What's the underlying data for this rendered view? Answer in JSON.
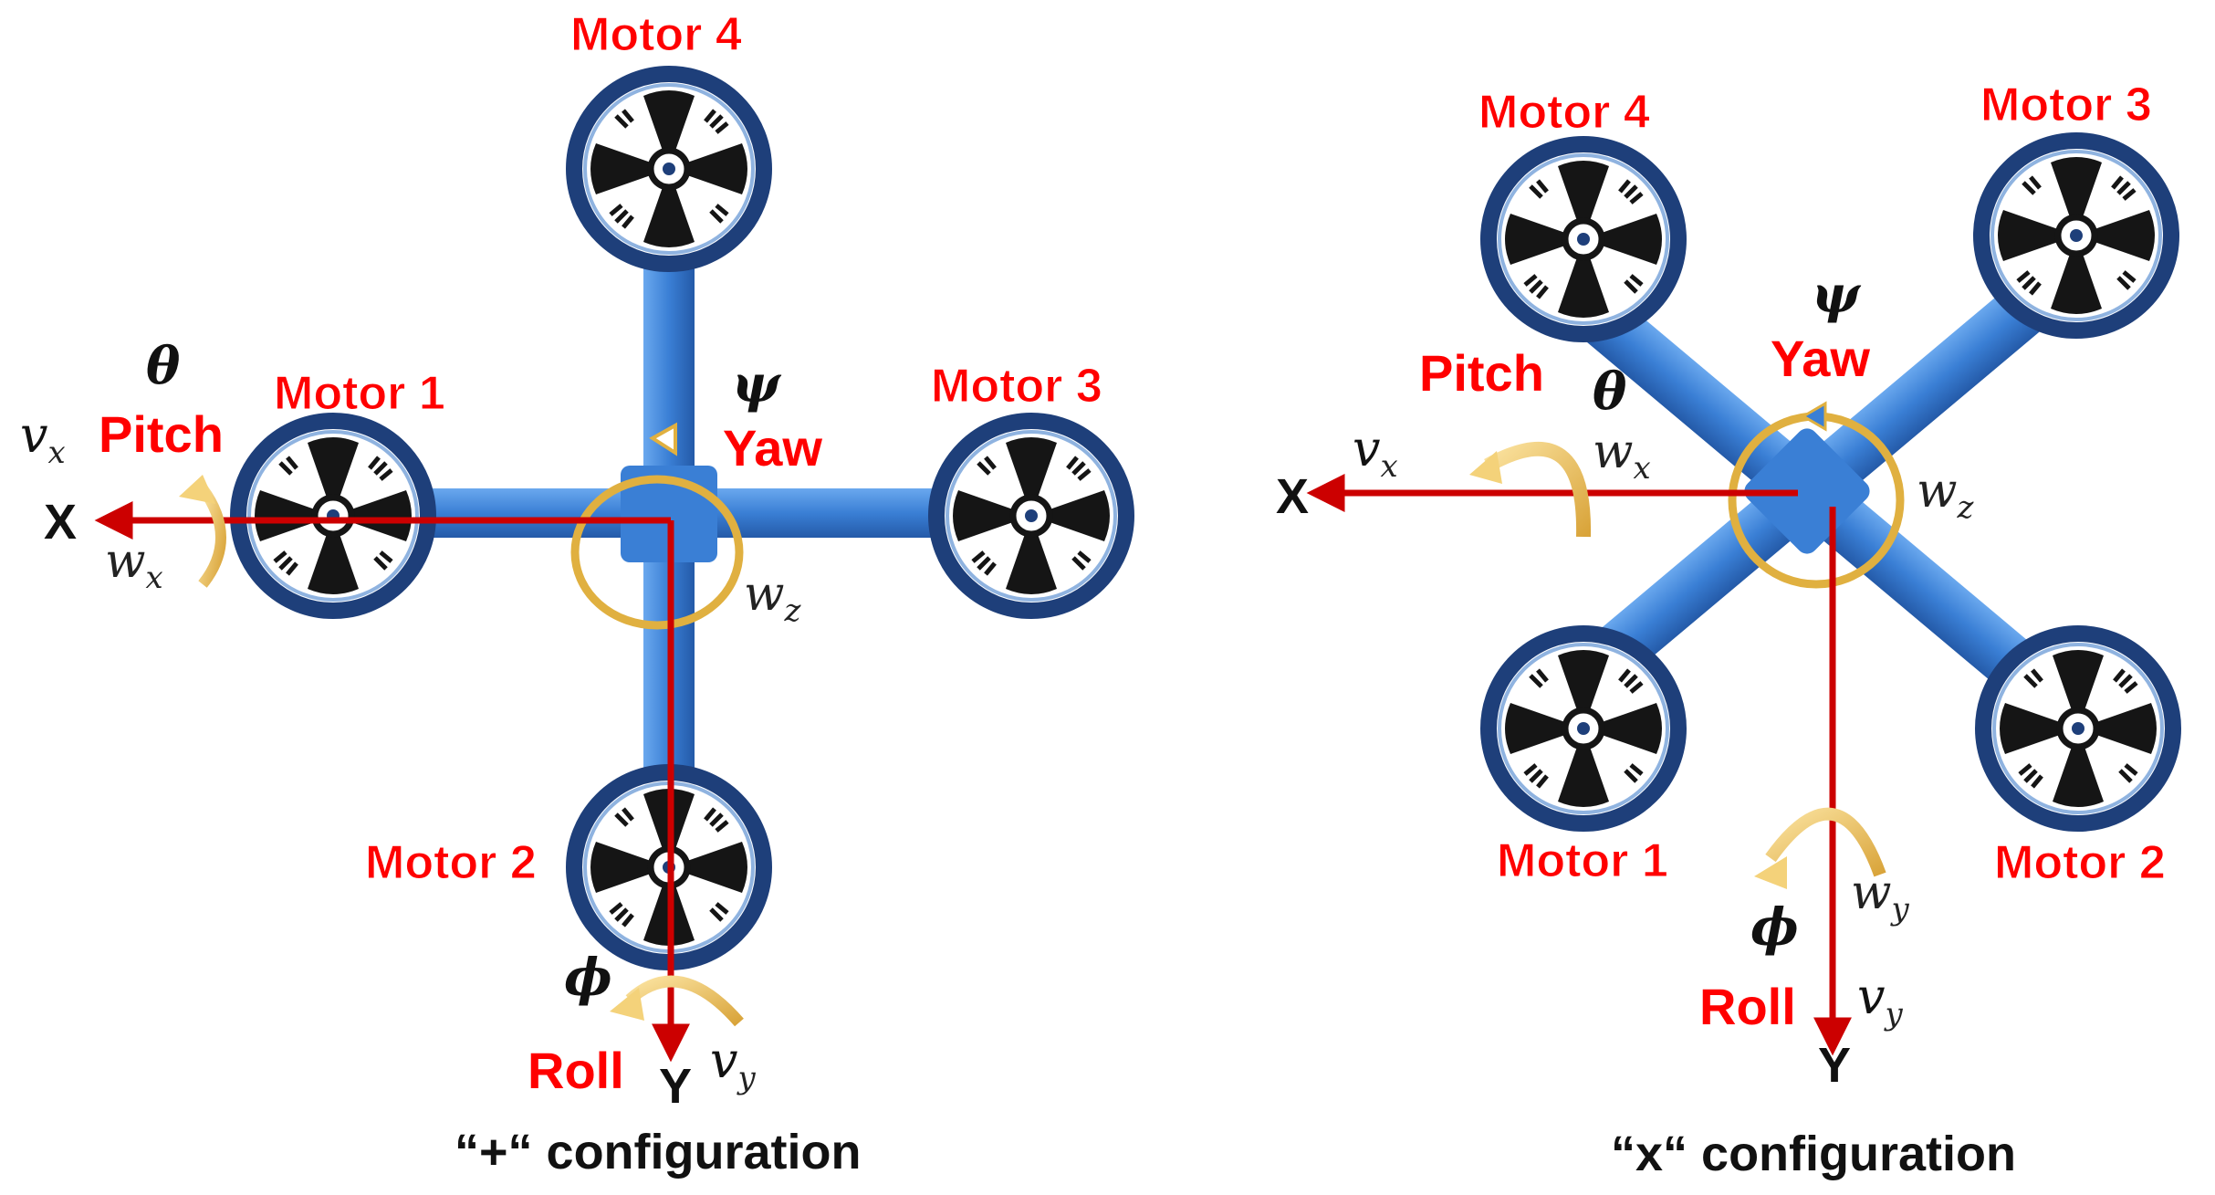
{
  "plus_config": {
    "caption": "“+“ configuration",
    "motors": {
      "m1": "Motor 1",
      "m2": "Motor 2",
      "m3": "Motor 3",
      "m4": "Motor 4"
    },
    "pitch": {
      "symbol": "θ",
      "label": "Pitch",
      "velocity": "v",
      "velocity_sub": "x",
      "rate": "w",
      "rate_sub": "x"
    },
    "yaw": {
      "symbol": "ψ",
      "label": "Yaw",
      "rate": "w",
      "rate_sub": "z"
    },
    "roll": {
      "symbol": "ϕ",
      "label": "Roll",
      "velocity": "v",
      "velocity_sub": "y"
    },
    "axis_x": "X",
    "axis_y": "Y"
  },
  "x_config": {
    "caption": "“x“ configuration",
    "motors": {
      "m1": "Motor 1",
      "m2": "Motor 2",
      "m3": "Motor 3",
      "m4": "Motor 4"
    },
    "pitch": {
      "symbol": "θ",
      "label": "Pitch",
      "velocity": "v",
      "velocity_sub": "x",
      "rate": "w",
      "rate_sub": "x"
    },
    "yaw": {
      "symbol": "ψ",
      "label": "Yaw",
      "rate": "w",
      "rate_sub": "z"
    },
    "roll": {
      "symbol": "ϕ",
      "label": "Roll",
      "velocity": "v",
      "velocity_sub": "y",
      "rate": "w",
      "rate_sub": "y"
    },
    "axis_x": "X",
    "axis_y": "Y"
  },
  "colors": {
    "frame_blue": "#3a7fd5",
    "ring_navy": "#1e3f7a",
    "axis_red": "#cc0000",
    "label_red": "#ff0000",
    "arrow_gold": "#e8b84a"
  }
}
